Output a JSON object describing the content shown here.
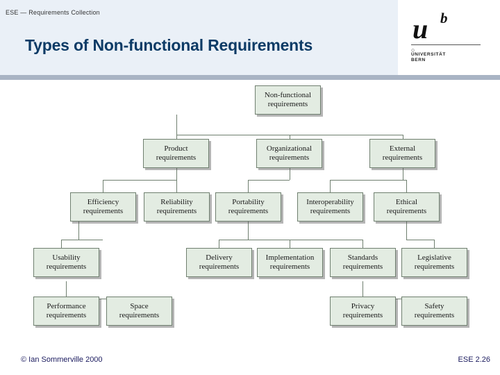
{
  "header": {
    "breadcrumb": "ESE — Requirements Collection",
    "title": "Types of Non-functional Requirements"
  },
  "logo": {
    "u": "u",
    "b": "b",
    "dot": "○",
    "university_line1": "UNIVERSITÄT",
    "university_line2": "BERN"
  },
  "footer": {
    "copyright": "© Ian Sommerville 2000",
    "page": "ESE 2.26"
  },
  "diagram": {
    "nodes": [
      {
        "id": "root",
        "label": "Non-functional\nrequirements"
      },
      {
        "id": "product",
        "label": "Product\nrequirements"
      },
      {
        "id": "organizational",
        "label": "Organizational\nrequirements"
      },
      {
        "id": "external",
        "label": "External\nrequirements"
      },
      {
        "id": "efficiency",
        "label": "Efficiency\nrequirements"
      },
      {
        "id": "reliability",
        "label": "Reliability\nrequirements"
      },
      {
        "id": "portability",
        "label": "Portability\nrequirements"
      },
      {
        "id": "interoperability",
        "label": "Interoperability\nrequirements"
      },
      {
        "id": "ethical",
        "label": "Ethical\nrequirements"
      },
      {
        "id": "usability",
        "label": "Usability\nrequirements"
      },
      {
        "id": "delivery",
        "label": "Delivery\nrequirements"
      },
      {
        "id": "implementation",
        "label": "Implementation\nrequirements"
      },
      {
        "id": "standards",
        "label": "Standards\nrequirements"
      },
      {
        "id": "legislative",
        "label": "Legislative\nrequirements"
      },
      {
        "id": "performance",
        "label": "Performance\nrequirements"
      },
      {
        "id": "space",
        "label": "Space\nrequirements"
      },
      {
        "id": "privacy",
        "label": "Privacy\nrequirements"
      },
      {
        "id": "safety",
        "label": "Safety\nrequirements"
      }
    ],
    "colors": {
      "node_fill": "#e3ece2",
      "node_border": "#6f7f6f",
      "title": "#0d3b66",
      "header_band": "#eaf0f7",
      "header_rule": "#a9b4c4",
      "footer_text": "#1a1a5e"
    }
  }
}
